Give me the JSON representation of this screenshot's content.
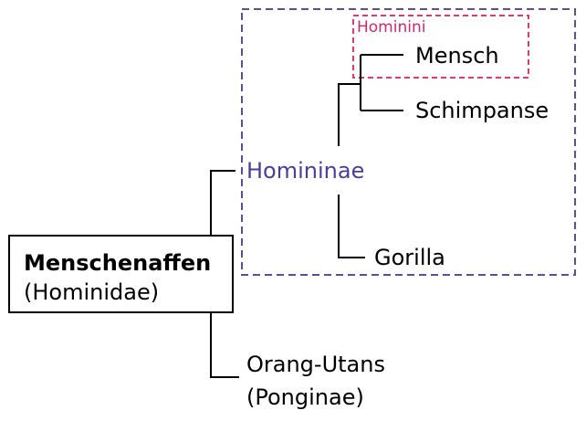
{
  "colors": {
    "text": "#000000",
    "line": "#000000",
    "homininae_box": "#5b4f9c",
    "homininae_text": "#4a3f98",
    "hominini_box": "#e03a6a",
    "hominini_text": "#d0286e"
  },
  "root": {
    "name": "Menschenaffen",
    "latin": "(Hominidae)"
  },
  "homininae": {
    "label": "Homininae"
  },
  "hominini": {
    "label": "Hominini"
  },
  "leaves": {
    "mensch": "Mensch",
    "schimpanse": "Schimpanse",
    "gorilla": "Gorilla",
    "orang_name": "Orang-Utans",
    "orang_latin": "(Ponginae)"
  }
}
